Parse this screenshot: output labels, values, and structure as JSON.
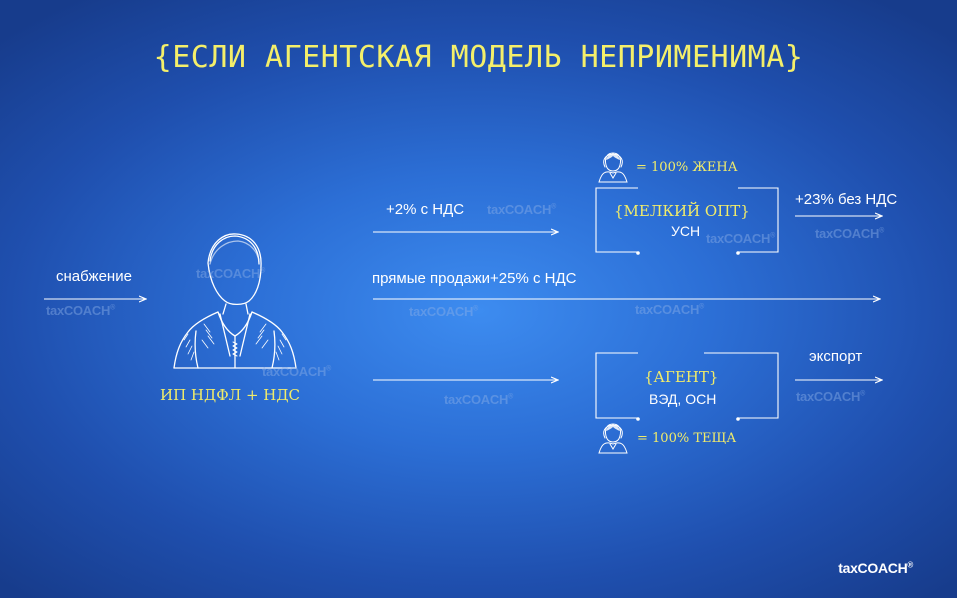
{
  "title": "{ЕСЛИ АГЕНТСКАЯ МОДЕЛЬ НЕПРИМЕНИМА}",
  "person": {
    "label": "ИП НДФЛ + НДС",
    "icon": "person-sketch-icon"
  },
  "flows": {
    "supply": "снабжение",
    "to_opt": "+2% с НДС",
    "direct": "прямые продажи+25% с НДС",
    "from_opt": "+23% без НДС",
    "export": "экспорт"
  },
  "opt_box": {
    "title": "{МЕЛКИЙ ОПТ}",
    "regime": "УСН",
    "owner_note": "= 100% ЖЕНА",
    "owner_icon": "woman-icon"
  },
  "agent_box": {
    "title": "{АГЕНТ}",
    "regime": "ВЭД, ОСН",
    "owner_note": "= 100% ТЕЩА",
    "owner_icon": "woman-icon"
  },
  "watermark": "taxCOACH",
  "watermark_mark": "®",
  "brand": {
    "name": "taxCOACH",
    "mark": "®"
  },
  "colors": {
    "accent": "#f4ef6a",
    "text": "#ffffff",
    "line": "#ffffff"
  }
}
